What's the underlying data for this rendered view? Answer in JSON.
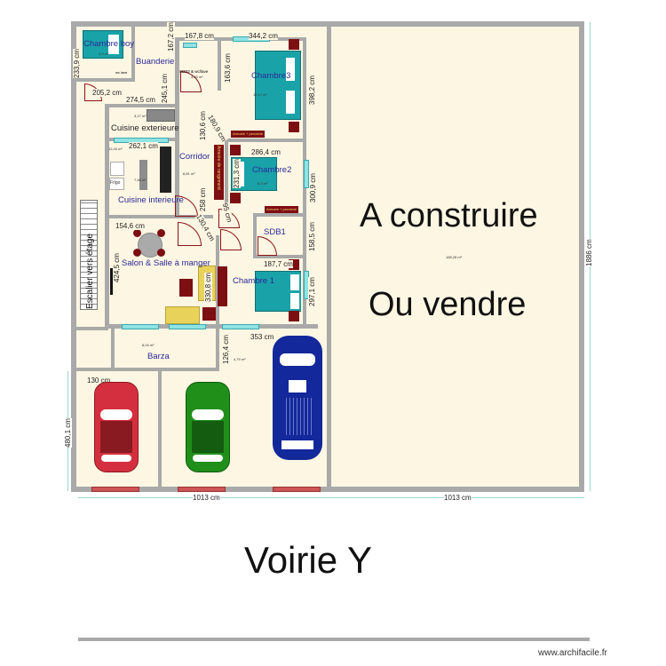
{
  "rooms": {
    "chambre_boy": "Chambre boy",
    "buanderie": "Buanderie",
    "wc": "wc lave",
    "sdb_wc": "SDB2 & wc/lave",
    "chambre3": "Chambre3",
    "cuisine_exterieure": "Cuisine exterieure",
    "corridor": "Corridor",
    "chambre2": "Chambre2",
    "frigo": "Frigo",
    "cuisine_interieure": "Cuisine interieure",
    "sdb1": "SDB1",
    "salon": "Salon & Salle à manger",
    "chambre1": "Chambre 1",
    "escalier": "Escalier vers étage",
    "barza": "Barza",
    "armoire_rangement": "Armoire de rangement",
    "armoire_penderie_1": "Armoire + penderie",
    "armoire_penderie_2": "Armoire + penderie"
  },
  "dimensions": {
    "d1": "233,9 cm",
    "d2": "167,2 cm",
    "d3": "167,8 cm",
    "d4": "344,2 cm",
    "d5": "245,1 cm",
    "d6": "163,6 cm",
    "d7": "205,2 cm",
    "d8": "274,5 cm",
    "d9": "398,2 cm",
    "d10": "130,6 cm",
    "d11": "262,1 cm",
    "d12": "180,9 cm",
    "d13": "286,4 cm",
    "d14": "231,3 cm",
    "d15": "300,9 cm",
    "d16": "258 cm",
    "d17": "95 cm",
    "d18": "154,6 cm",
    "d19": "130,4 cm",
    "d20": "158,5 cm",
    "d21": "187,7 cm",
    "d22": "424,5 cm",
    "d23": "330,8 cm",
    "d24": "297,1 cm",
    "d25": "353 cm",
    "d26": "126,4 cm",
    "d27": "130 cm",
    "d28": "480,1 cm",
    "d29": "1013 cm",
    "d30": "1013 cm",
    "d31": "1886 cm"
  },
  "areas": {
    "a_boy": "4,3 m²",
    "a_sdb2": "3,53 m²",
    "a_ch3": "10,17 m²",
    "a_cext": "3,17 m²",
    "a_cint_top": "12,40 m²",
    "a_cint": "7,46 m²",
    "a_corr": "8,81 m²",
    "a_ch2": "8,3 m²",
    "a_barza": "8,04 m²",
    "a_small": "4,79 m²",
    "a_lot": "188,28 m²"
  },
  "annotations": {
    "a_construire": "A construire",
    "ou_vendre": "Ou vendre",
    "voirie": "Voirie Y",
    "watermark": "www.archifacile.fr"
  },
  "colors": {
    "floor": "#fdf6e2",
    "wall": "#a9a9a9",
    "bed": "#19a3a8",
    "furniture": "#7c0f12",
    "sofa": "#e8d25a",
    "car_red": "#d42f3e",
    "car_green": "#1f8f1a",
    "car_blue": "#13289a"
  }
}
